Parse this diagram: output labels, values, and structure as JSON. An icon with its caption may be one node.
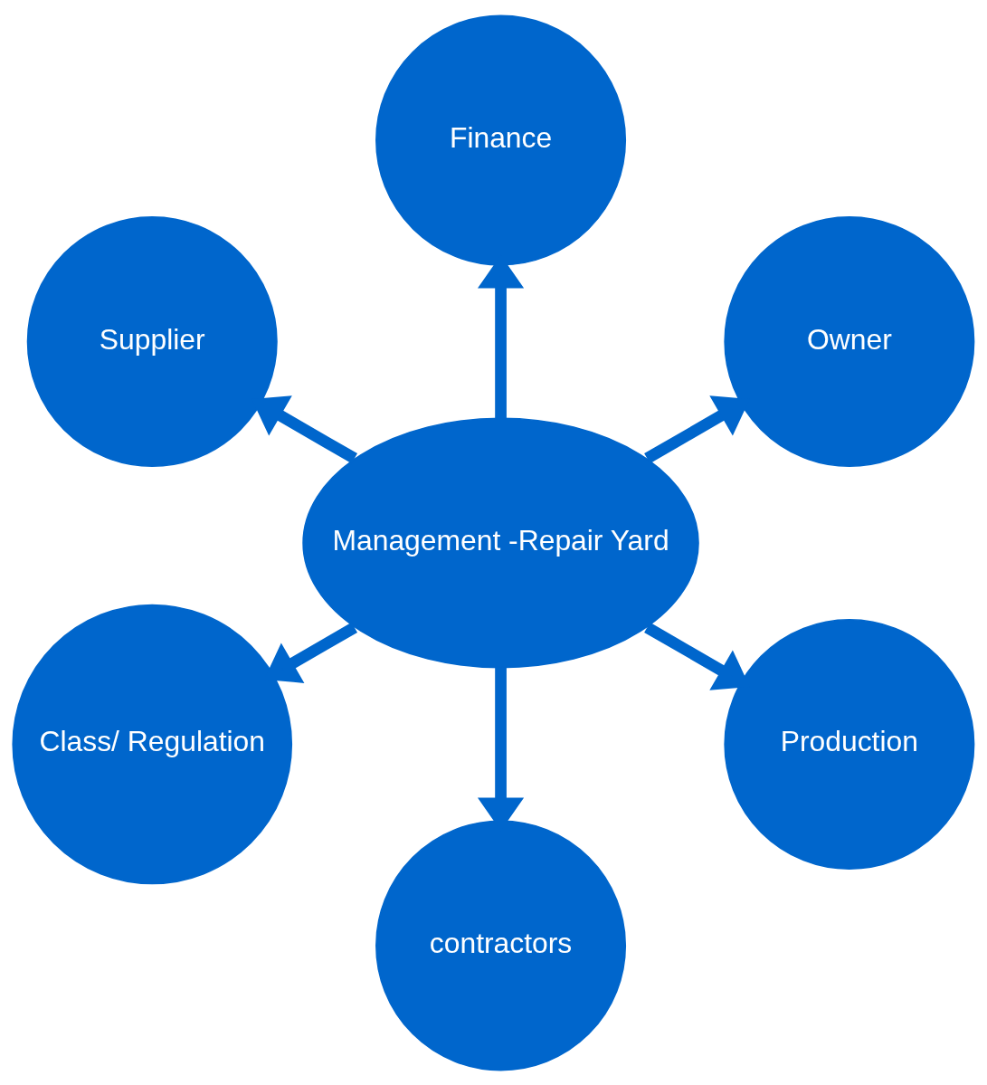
{
  "diagram": {
    "nodes": [
      {
        "text": [
          "Owner"
        ]
      },
      {
        "text": [
          "Finance"
        ]
      },
      {
        "text": [
          "Supplier"
        ]
      },
      {
        "text": [
          "Management -Repair Yard"
        ]
      },
      {
        "text": [
          "Class/ Regulation"
        ]
      },
      {
        "text": [
          "contractors"
        ]
      },
      {
        "text": [
          "Production"
        ]
      }
    ],
    "edges": [
      {
        "from": 3,
        "to": 0,
        "arrow": "to"
      },
      {
        "from": 3,
        "to": 2,
        "arrow": "to"
      },
      {
        "from": 3,
        "to": 5,
        "arrow": "to"
      },
      {
        "from": 3,
        "to": 6,
        "arrow": "to"
      },
      {
        "from": 3,
        "to": 4,
        "arrow": "to"
      },
      {
        "from": 3,
        "to": 1,
        "arrow": "to"
      }
    ]
  }
}
